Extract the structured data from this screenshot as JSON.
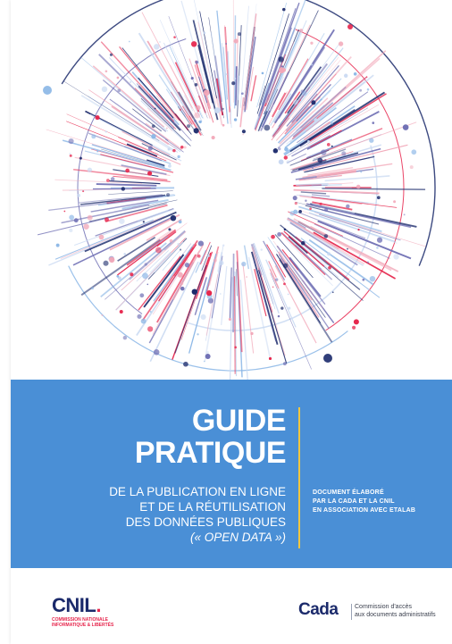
{
  "cover": {
    "title_line1": "GUIDE",
    "title_line2": "PRATIQUE",
    "subtitle_line1": "DE LA PUBLICATION EN LIGNE",
    "subtitle_line2": "ET DE LA RÉUTILISATION",
    "subtitle_line3": "DES DONNÉES PUBLIQUES",
    "subtitle_line4": "(« OPEN DATA »)",
    "document_line1": "DOCUMENT ÉLABORÉ",
    "document_line2": "PAR LA CADA ET LA CNIL",
    "document_line3": "EN ASSOCIATION AVEC ETALAB"
  },
  "logos": {
    "cnil_word": "CNIL",
    "cnil_dot": ".",
    "cnil_sub1": "COMMISSION NATIONALE",
    "cnil_sub2": "INFORMATIQUE & LIBERTÉS",
    "cada_word": "Cada",
    "cada_sub1": "Commission d'accès",
    "cada_sub2": "aux documents administratifs"
  },
  "colors": {
    "band": "#4a8fd6",
    "accent_line": "#f3c73f",
    "navy": "#1b2a6b",
    "pink": "#e6254c",
    "light_blue": "#8ab6e6"
  }
}
